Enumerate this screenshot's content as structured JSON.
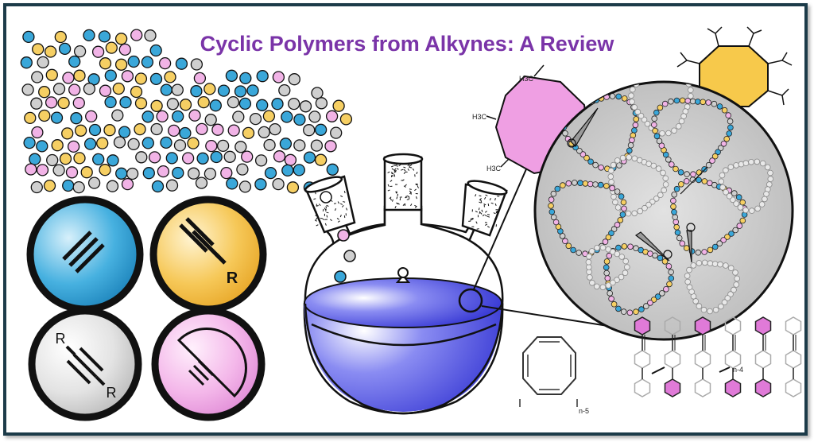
{
  "title": "Cyclic Polymers from Alkynes: A Review",
  "alkyne_types": [
    {
      "name": "acetylene",
      "color": "#2f9fd6",
      "labels": []
    },
    {
      "name": "monosubstituted",
      "color": "#f6c24a",
      "labels": [
        "R"
      ]
    },
    {
      "name": "disubstituted",
      "color": "#d8d8d8",
      "labels": [
        "R",
        "R"
      ]
    },
    {
      "name": "cyclic-alkyne",
      "color": "#f2a6e6",
      "labels": []
    }
  ],
  "molecule_labels": {
    "methyl": "H3C",
    "subscript_n5": "n-5",
    "subscript_n4": "n-4"
  },
  "colors": {
    "blue": "#3aa7d9",
    "yellow": "#f6cf63",
    "pink": "#f1b3e6",
    "gray": "#cfcfcf",
    "flask_liquid": "#3c3de0",
    "magenta_ring": "#e07ad8",
    "frame": "#1f3a4a"
  }
}
